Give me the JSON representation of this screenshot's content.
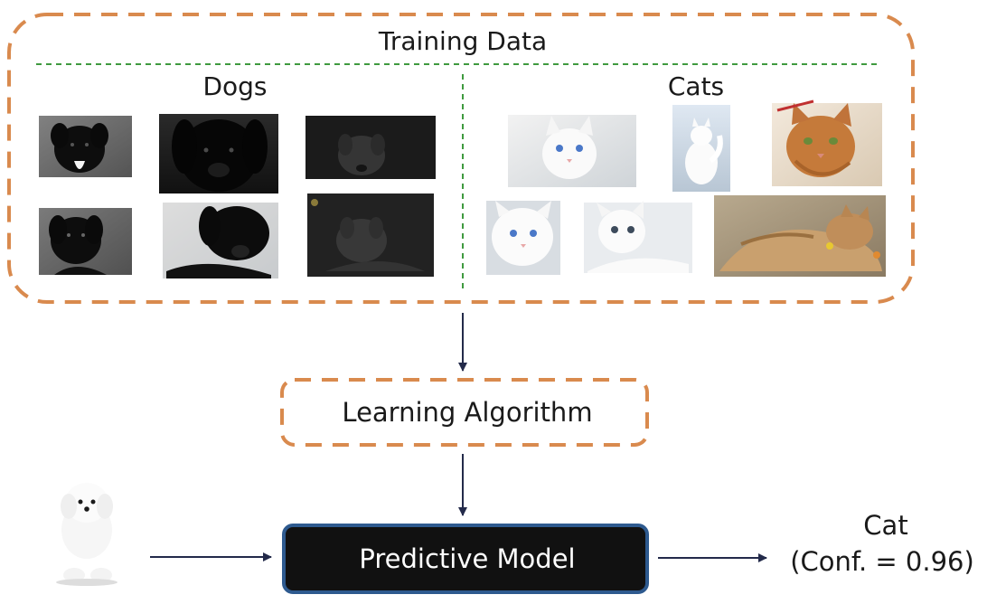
{
  "training": {
    "title": "Training Data",
    "dogs_label": "Dogs",
    "cats_label": "Cats"
  },
  "algorithm": {
    "label": "Learning Algorithm"
  },
  "model": {
    "label": "Predictive Model"
  },
  "output": {
    "class_label": "Cat",
    "confidence_label": "(Conf. = 0.96)"
  },
  "colors": {
    "box_dash": "#d98a4e",
    "divider_dash": "#3f9a3f",
    "arrow": "#232a4a",
    "model_fill": "#111111",
    "model_border": "#2e5a8f"
  },
  "images": {
    "dogs": [
      "black-puppy-photo",
      "black-labrador-closeup-photo",
      "dark-dog-photo",
      "black-puppy-photo",
      "black-labrador-lying-photo",
      "dark-dog-lying-photo"
    ],
    "cats": [
      "white-cat-photo",
      "white-kitten-walking-photo",
      "orange-tabby-cat-photo",
      "white-cat-closeup-photo",
      "white-kitten-lying-photo",
      "orange-cat-sleeping-photo"
    ],
    "input": "white-fluffy-dog-photo"
  }
}
